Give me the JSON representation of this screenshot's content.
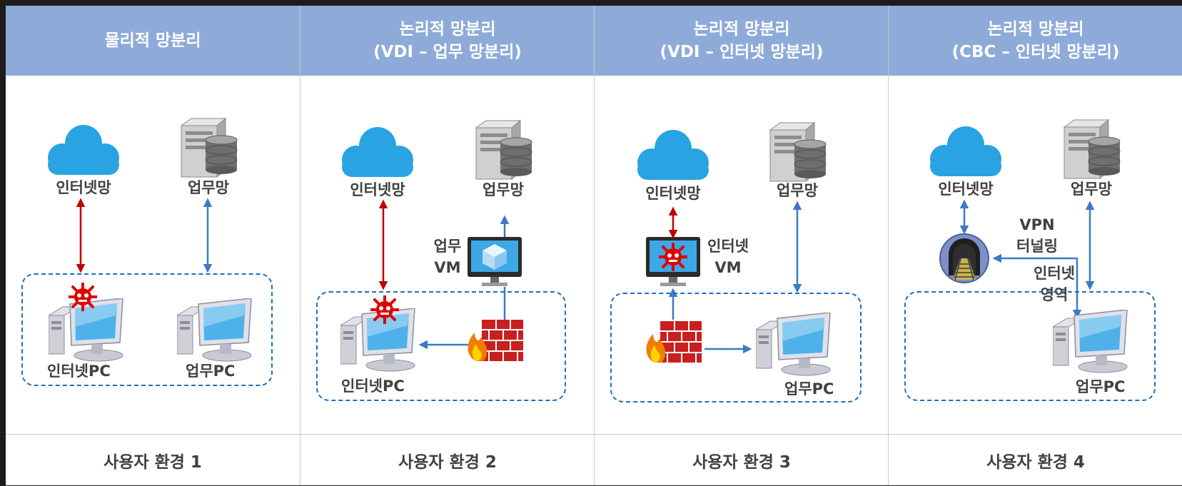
{
  "columns": [
    {
      "header": [
        "물리적 망분리"
      ],
      "footer": "사용자 환경 1",
      "labels": {
        "internet": "인터넷망",
        "business": "업무망",
        "internet_pc": "인터넷PC",
        "business_pc": "업무PC"
      }
    },
    {
      "header": [
        "논리적 망분리",
        "(VDI – 업무 망분리)"
      ],
      "footer": "사용자 환경 2",
      "labels": {
        "internet": "인터넷망",
        "business": "업무망",
        "vm": [
          "업무",
          "VM"
        ],
        "internet_pc": "인터넷PC"
      }
    },
    {
      "header": [
        "논리적 망분리",
        "(VDI – 인터넷 망분리)"
      ],
      "footer": "사용자 환경 3",
      "labels": {
        "internet": "인터넷망",
        "business": "업무망",
        "vm": [
          "인터넷",
          "VM"
        ],
        "business_pc": "업무PC"
      }
    },
    {
      "header": [
        "논리적 망분리",
        "(CBC – 인터넷 망분리)"
      ],
      "footer": "사용자 환경 4",
      "labels": {
        "internet": "인터넷망",
        "business": "업무망",
        "vpn": [
          "VPN",
          "터널링"
        ],
        "internet_zone": [
          "인터넷",
          "영역"
        ],
        "business_pc": "업무PC"
      }
    }
  ],
  "colors": {
    "header_bg": "#8eaad8",
    "cloud": "#29a3e1",
    "arrow_red": "#c00000",
    "arrow_blue": "#3c7ac4",
    "dashed_box": "#1f70b8",
    "malware": "#e00000"
  },
  "icons": [
    "cloud-icon",
    "server-database-icon",
    "desktop-pc-icon",
    "malware-icon",
    "firewall-icon",
    "vm-monitor-icon",
    "vpn-tunnel-icon"
  ]
}
